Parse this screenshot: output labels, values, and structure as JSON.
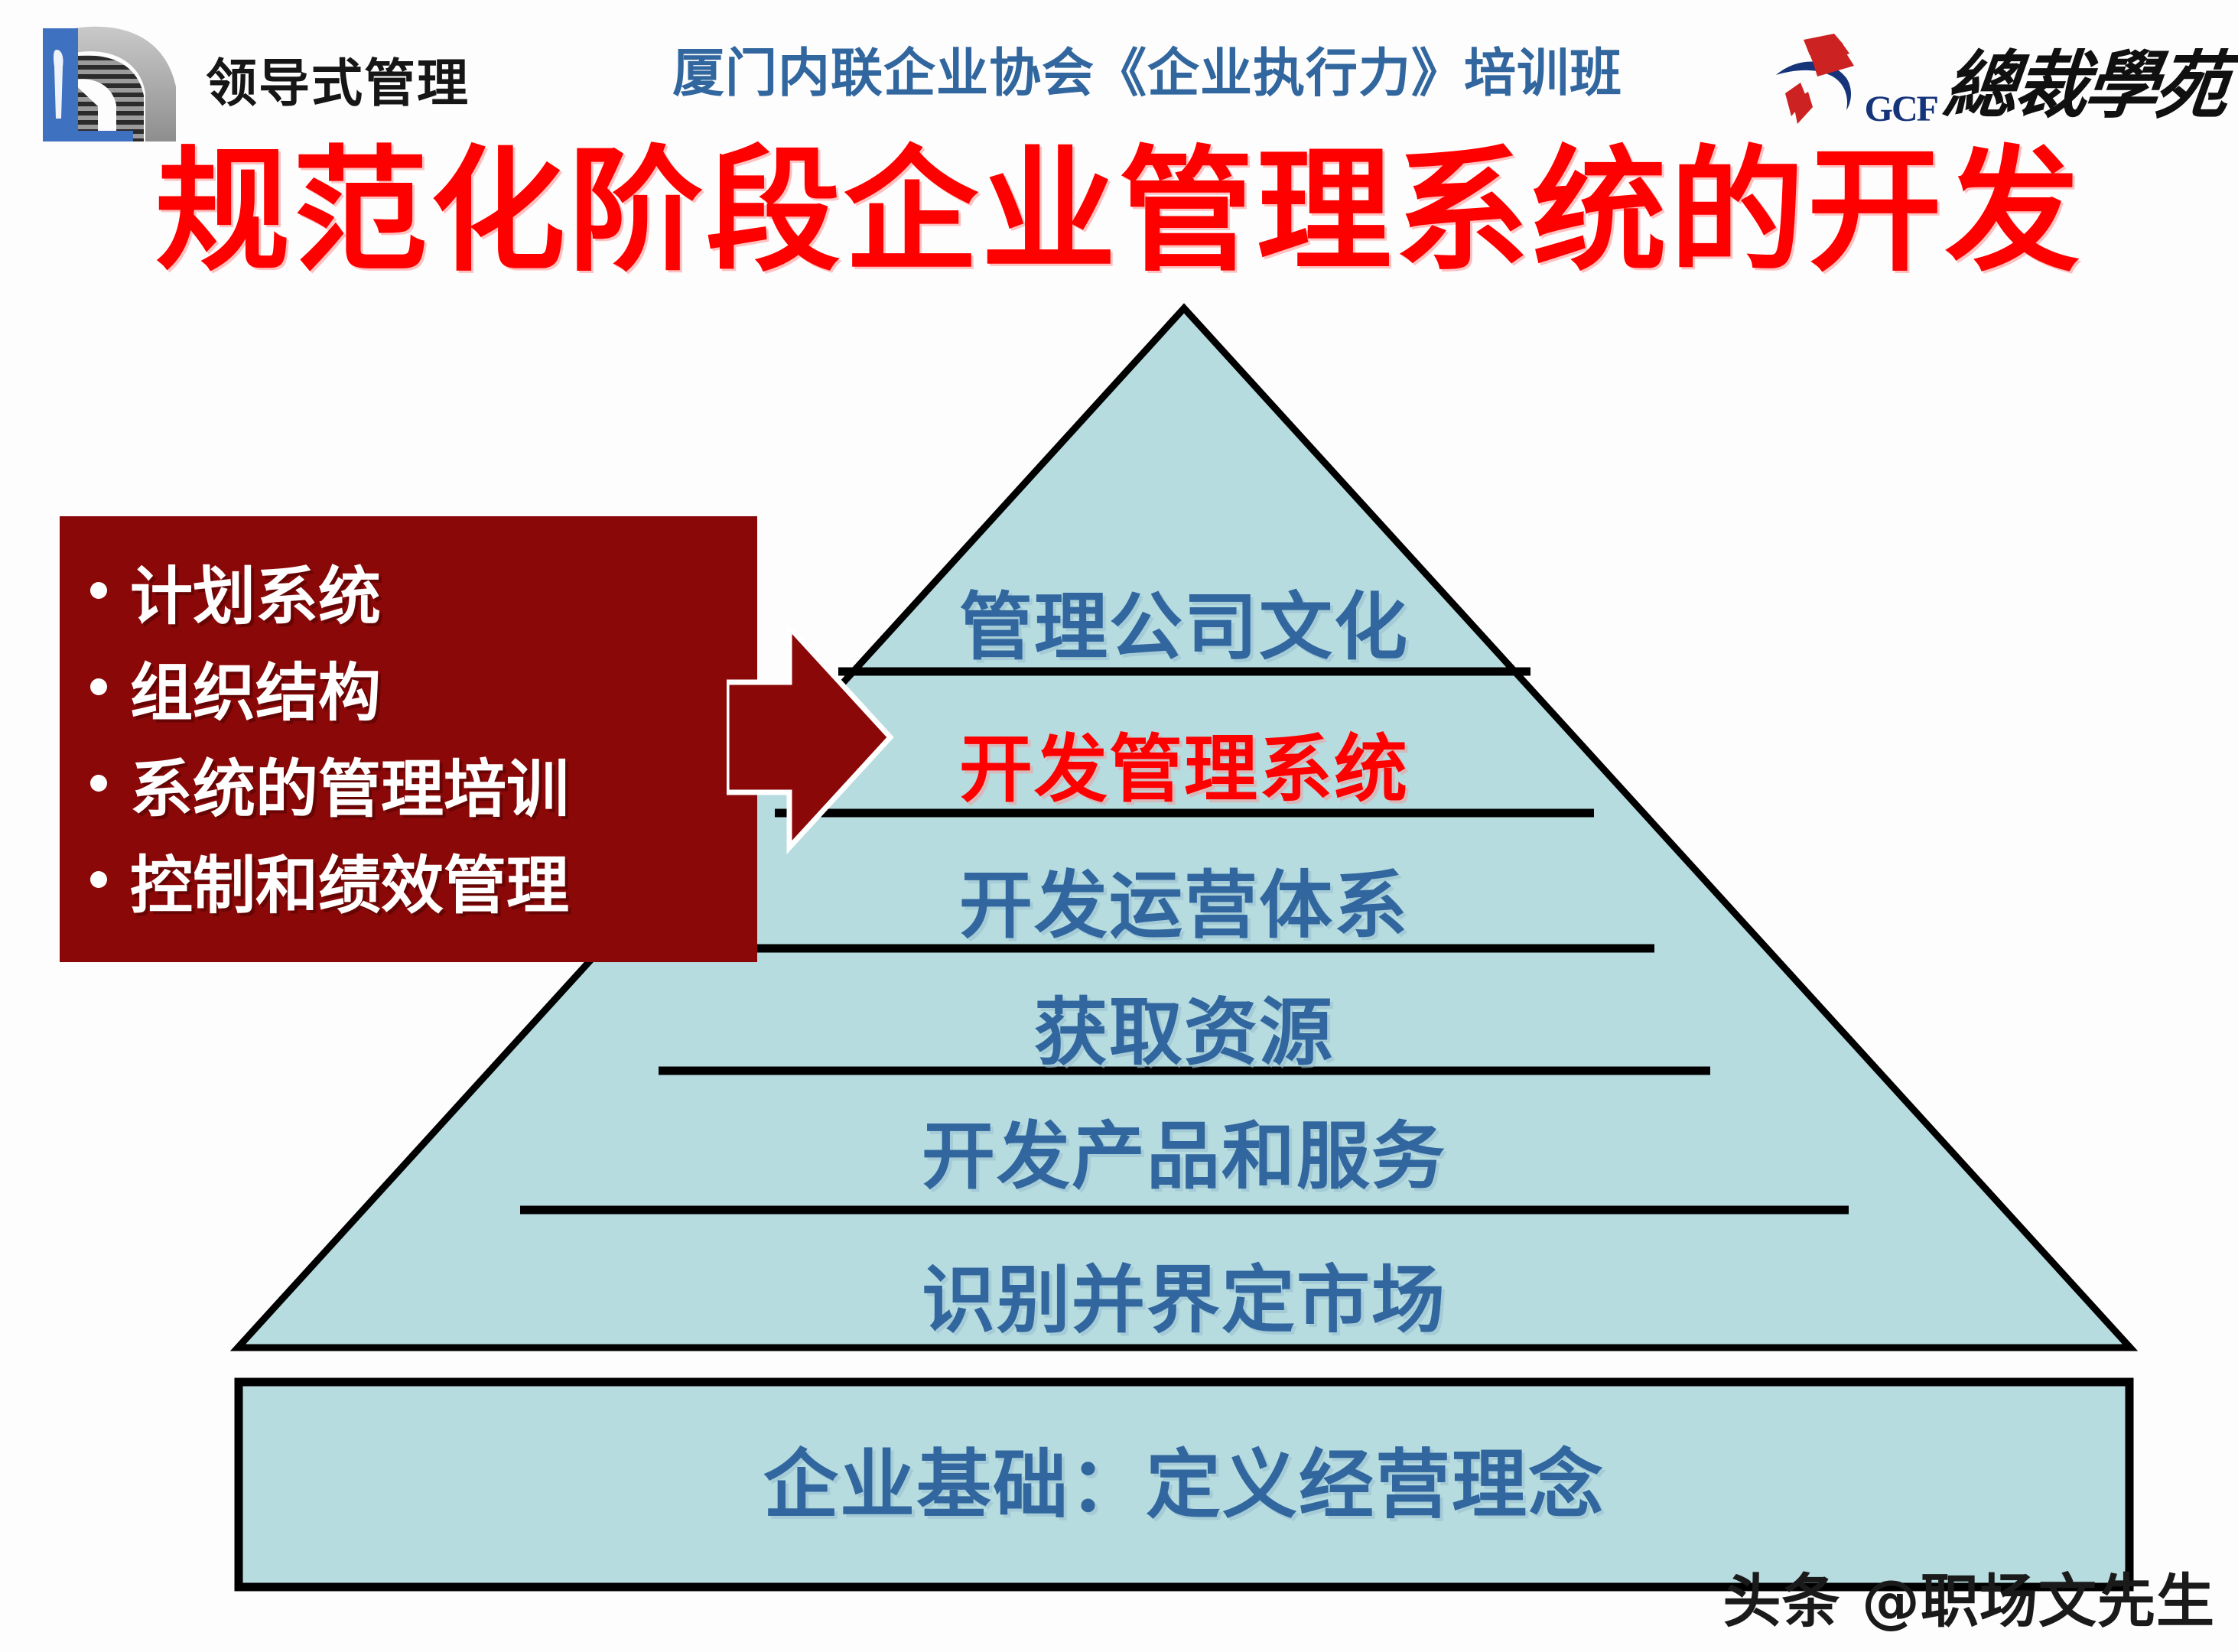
{
  "header": {
    "left_logo": {
      "name": "领导式管理",
      "mark": "stylized-m-logo"
    },
    "title": "厦门内联企业协会《企业执行力》培训班",
    "right_logo": {
      "abbr": "GCF",
      "name": "總裁學苑",
      "mark": "gcf-swoosh-logo"
    }
  },
  "main_title": "规范化阶段企业管理系统的开发",
  "bullet_box": {
    "bullets": [
      "计划系统",
      "组织结构",
      "系统的管理培训",
      "控制和绩效管理"
    ]
  },
  "arrow": {
    "name": "right-arrow-pointing-to-develop-management-system"
  },
  "pyramid": {
    "tiers": [
      {
        "label": "管理公司文化",
        "highlight": false
      },
      {
        "label": "开发管理系统",
        "highlight": true
      },
      {
        "label": "开发运营体系",
        "highlight": false
      },
      {
        "label": "获取资源",
        "highlight": false
      },
      {
        "label": "开发产品和服务",
        "highlight": false
      },
      {
        "label": "识别并界定市场",
        "highlight": false
      }
    ],
    "base": {
      "label": "企业基础：定义经营理念"
    }
  },
  "watermark": "头条 @职场文先生",
  "colors": {
    "title_red": "#FF0000",
    "header_blue": "#31679E",
    "tier_blue": "#31679E",
    "pyramid_fill": "#B6DCE0",
    "pyramid_outline": "#000000",
    "bullet_box_red": "#8B0808",
    "arrow_red": "#8B0808",
    "background": "#FDFDFD"
  }
}
